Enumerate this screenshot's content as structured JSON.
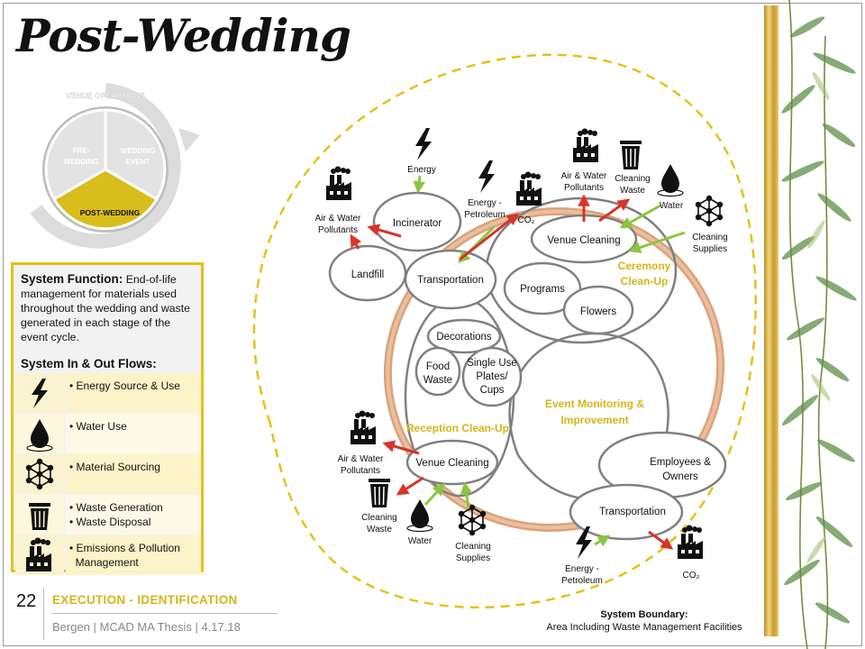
{
  "title": "Post-Wedding",
  "cycle": {
    "header": "VENUE OPERATIONS",
    "pre": [
      "PRE-",
      "WEDDING"
    ],
    "event": [
      "WEDDING",
      "EVENT"
    ],
    "post": "POST-WEDDING",
    "colors": {
      "active": "#d9bd1c",
      "inactive": "#e3e3e3",
      "ring": "#dcdcdc"
    }
  },
  "info": {
    "function_label": "System Function:",
    "function_text": "End-of-life management for materials used throughout the wedding and waste generated in each stage of the event cycle.",
    "flows_heading": "System In & Out Flows:",
    "flows": [
      {
        "icon": "lightning-icon",
        "lines": [
          "• Energy Source & Use"
        ]
      },
      {
        "icon": "water-drop-icon",
        "lines": [
          "• Water Use"
        ]
      },
      {
        "icon": "molecule-icon",
        "lines": [
          "• Material Sourcing"
        ]
      },
      {
        "icon": "trash-can-icon",
        "lines": [
          "• Waste Generation",
          "• Waste Disposal"
        ]
      },
      {
        "icon": "factory-icon",
        "lines": [
          "• Emissions & Pollution",
          "  Management"
        ]
      }
    ]
  },
  "footer": {
    "page_number": "22",
    "section": "EXECUTION - IDENTIFICATION",
    "credit": "Bergen | MCAD MA Thesis | 4.17.18"
  },
  "boundary": {
    "line1": "System Boundary:",
    "line2": "Area Including Waste Management Facilities"
  },
  "diagram": {
    "nodes": {
      "incinerator": "Incinerator",
      "landfill": "Landfill",
      "transport_top": "Transportation",
      "venue_cleaning_top": "Venue Cleaning",
      "programs": "Programs",
      "flowers": "Flowers",
      "decorations": "Decorations",
      "food_waste": [
        "Food",
        "Waste"
      ],
      "single_use": [
        "Single Use",
        "Plates/",
        "Cups"
      ],
      "venue_cleaning_bottom": "Venue Cleaning",
      "employees": [
        "Employees &",
        "Owners"
      ],
      "transport_bottom": "Transportation"
    },
    "groups": {
      "ceremony": [
        "Ceremony",
        "Clean-Up"
      ],
      "reception": "Reception Clean-Up",
      "monitoring": [
        "Event Monitoring &",
        "Improvement"
      ]
    },
    "flow_labels": {
      "energy_top": "Energy",
      "energy_petroleum_top": [
        "Energy -",
        "Petroleum"
      ],
      "co2_top": "CO₂",
      "air_water_left": [
        "Air & Water",
        "Pollutants"
      ],
      "air_water_top": [
        "Air & Water",
        "Pollutants"
      ],
      "cleaning_waste_top": [
        "Cleaning",
        "Waste"
      ],
      "water_top": "Water",
      "cleaning_supplies_top": [
        "Cleaning",
        "Supplies"
      ],
      "air_water_bottom": [
        "Air & Water",
        "Pollutants"
      ],
      "cleaning_waste_bottom": [
        "Cleaning",
        "Waste"
      ],
      "water_bottom": "Water",
      "cleaning_supplies_bottom": [
        "Cleaning",
        "Supplies"
      ],
      "energy_petroleum_bottom": [
        "Energy -",
        "Petroleum"
      ],
      "co2_bottom": "CO₂"
    },
    "colors": {
      "input_arrow": "#8cc63f",
      "output_arrow": "#d9342b",
      "boundary": "#e3c21a",
      "ring": "#d9925a",
      "label": "#d4b61a",
      "node_stroke": "#808080"
    }
  }
}
